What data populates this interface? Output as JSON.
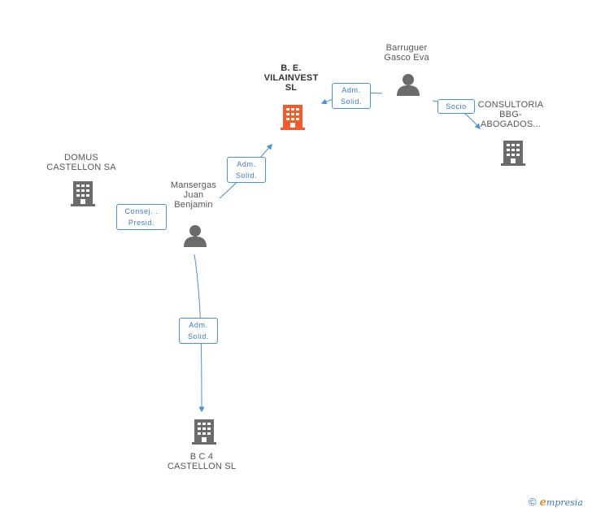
{
  "nodes": {
    "be_vilainvest": {
      "lines": [
        "B. E.",
        "VILAINVEST",
        "SL"
      ],
      "kind": "company",
      "focus": true
    },
    "barruguer": {
      "lines": [
        "Barruguer",
        "Gasco Eva"
      ],
      "kind": "person"
    },
    "consultoria": {
      "lines": [
        "CONSULTORIA",
        "BBG-",
        "ABOGADOS..."
      ],
      "kind": "company"
    },
    "domus": {
      "lines": [
        "DOMUS",
        "CASTELLON SA"
      ],
      "kind": "company"
    },
    "mansergas": {
      "lines": [
        "Mansergas",
        "Juan",
        "Benjamin"
      ],
      "kind": "person"
    },
    "bc4": {
      "lines": [
        "B C 4",
        "CASTELLON SL"
      ],
      "kind": "company"
    }
  },
  "edges": {
    "barruguer_to_be": {
      "lines": [
        "Adm.",
        "Solid."
      ]
    },
    "barruguer_to_consultoria": {
      "lines": [
        "Socio"
      ]
    },
    "mansergas_to_be": {
      "lines": [
        "Adm.",
        "Solid."
      ]
    },
    "mansergas_to_domus": {
      "lines": [
        "Consej. .",
        "Presid."
      ]
    },
    "mansergas_to_bc4": {
      "lines": [
        "Adm.",
        "Solid."
      ]
    }
  },
  "colors": {
    "focus_company": "#f15a29",
    "company": "#6b6b6b",
    "person": "#6b6b6b",
    "edge": "#4a90d9",
    "edge_text": "#3a78c4",
    "brand_e": "#f08a24"
  },
  "icons": {
    "company": "building-icon",
    "person": "person-icon"
  },
  "brand": {
    "copyright": "©",
    "e": "e",
    "rest": "mpresia"
  }
}
